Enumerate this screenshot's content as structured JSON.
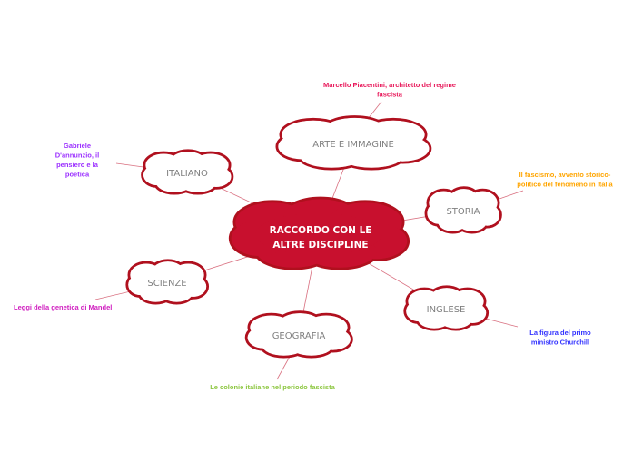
{
  "colors": {
    "stroke": "#b0101e",
    "central_fill": "#c8102e",
    "line": "#d97080"
  },
  "central": {
    "lines": [
      "RACCORDO CON LE",
      "ALTRE DISCIPLINE"
    ]
  },
  "topics": [
    {
      "id": "arte",
      "label": "ARTE E IMMAGINE",
      "leaf": [
        "Marcello Piacentini, architetto del regime",
        "fascista"
      ],
      "leaf_color": "#e8185a"
    },
    {
      "id": "italiano",
      "label": "ITALIANO",
      "leaf": [
        "Gabriele",
        "D'annunzio, il",
        "pensiero e la",
        "poetica"
      ],
      "leaf_color": "#9b30ff"
    },
    {
      "id": "storia",
      "label": "STORIA",
      "leaf": [
        "Il fascismo, avvento storico-",
        "politico del fenomeno in Italia"
      ],
      "leaf_color": "#ffa500"
    },
    {
      "id": "scienze",
      "label": "SCIENZE",
      "leaf": [
        "Leggi della genetica di Mandel"
      ],
      "leaf_color": "#d020c0"
    },
    {
      "id": "inglese",
      "label": "INGLESE",
      "leaf": [
        "La figura del primo",
        "ministro Churchill"
      ],
      "leaf_color": "#3333ff"
    },
    {
      "id": "geografia",
      "label": "GEOGRAFIA",
      "leaf": [
        "Le colonie italiane nel periodo fascista"
      ],
      "leaf_color": "#8cc63f"
    }
  ]
}
